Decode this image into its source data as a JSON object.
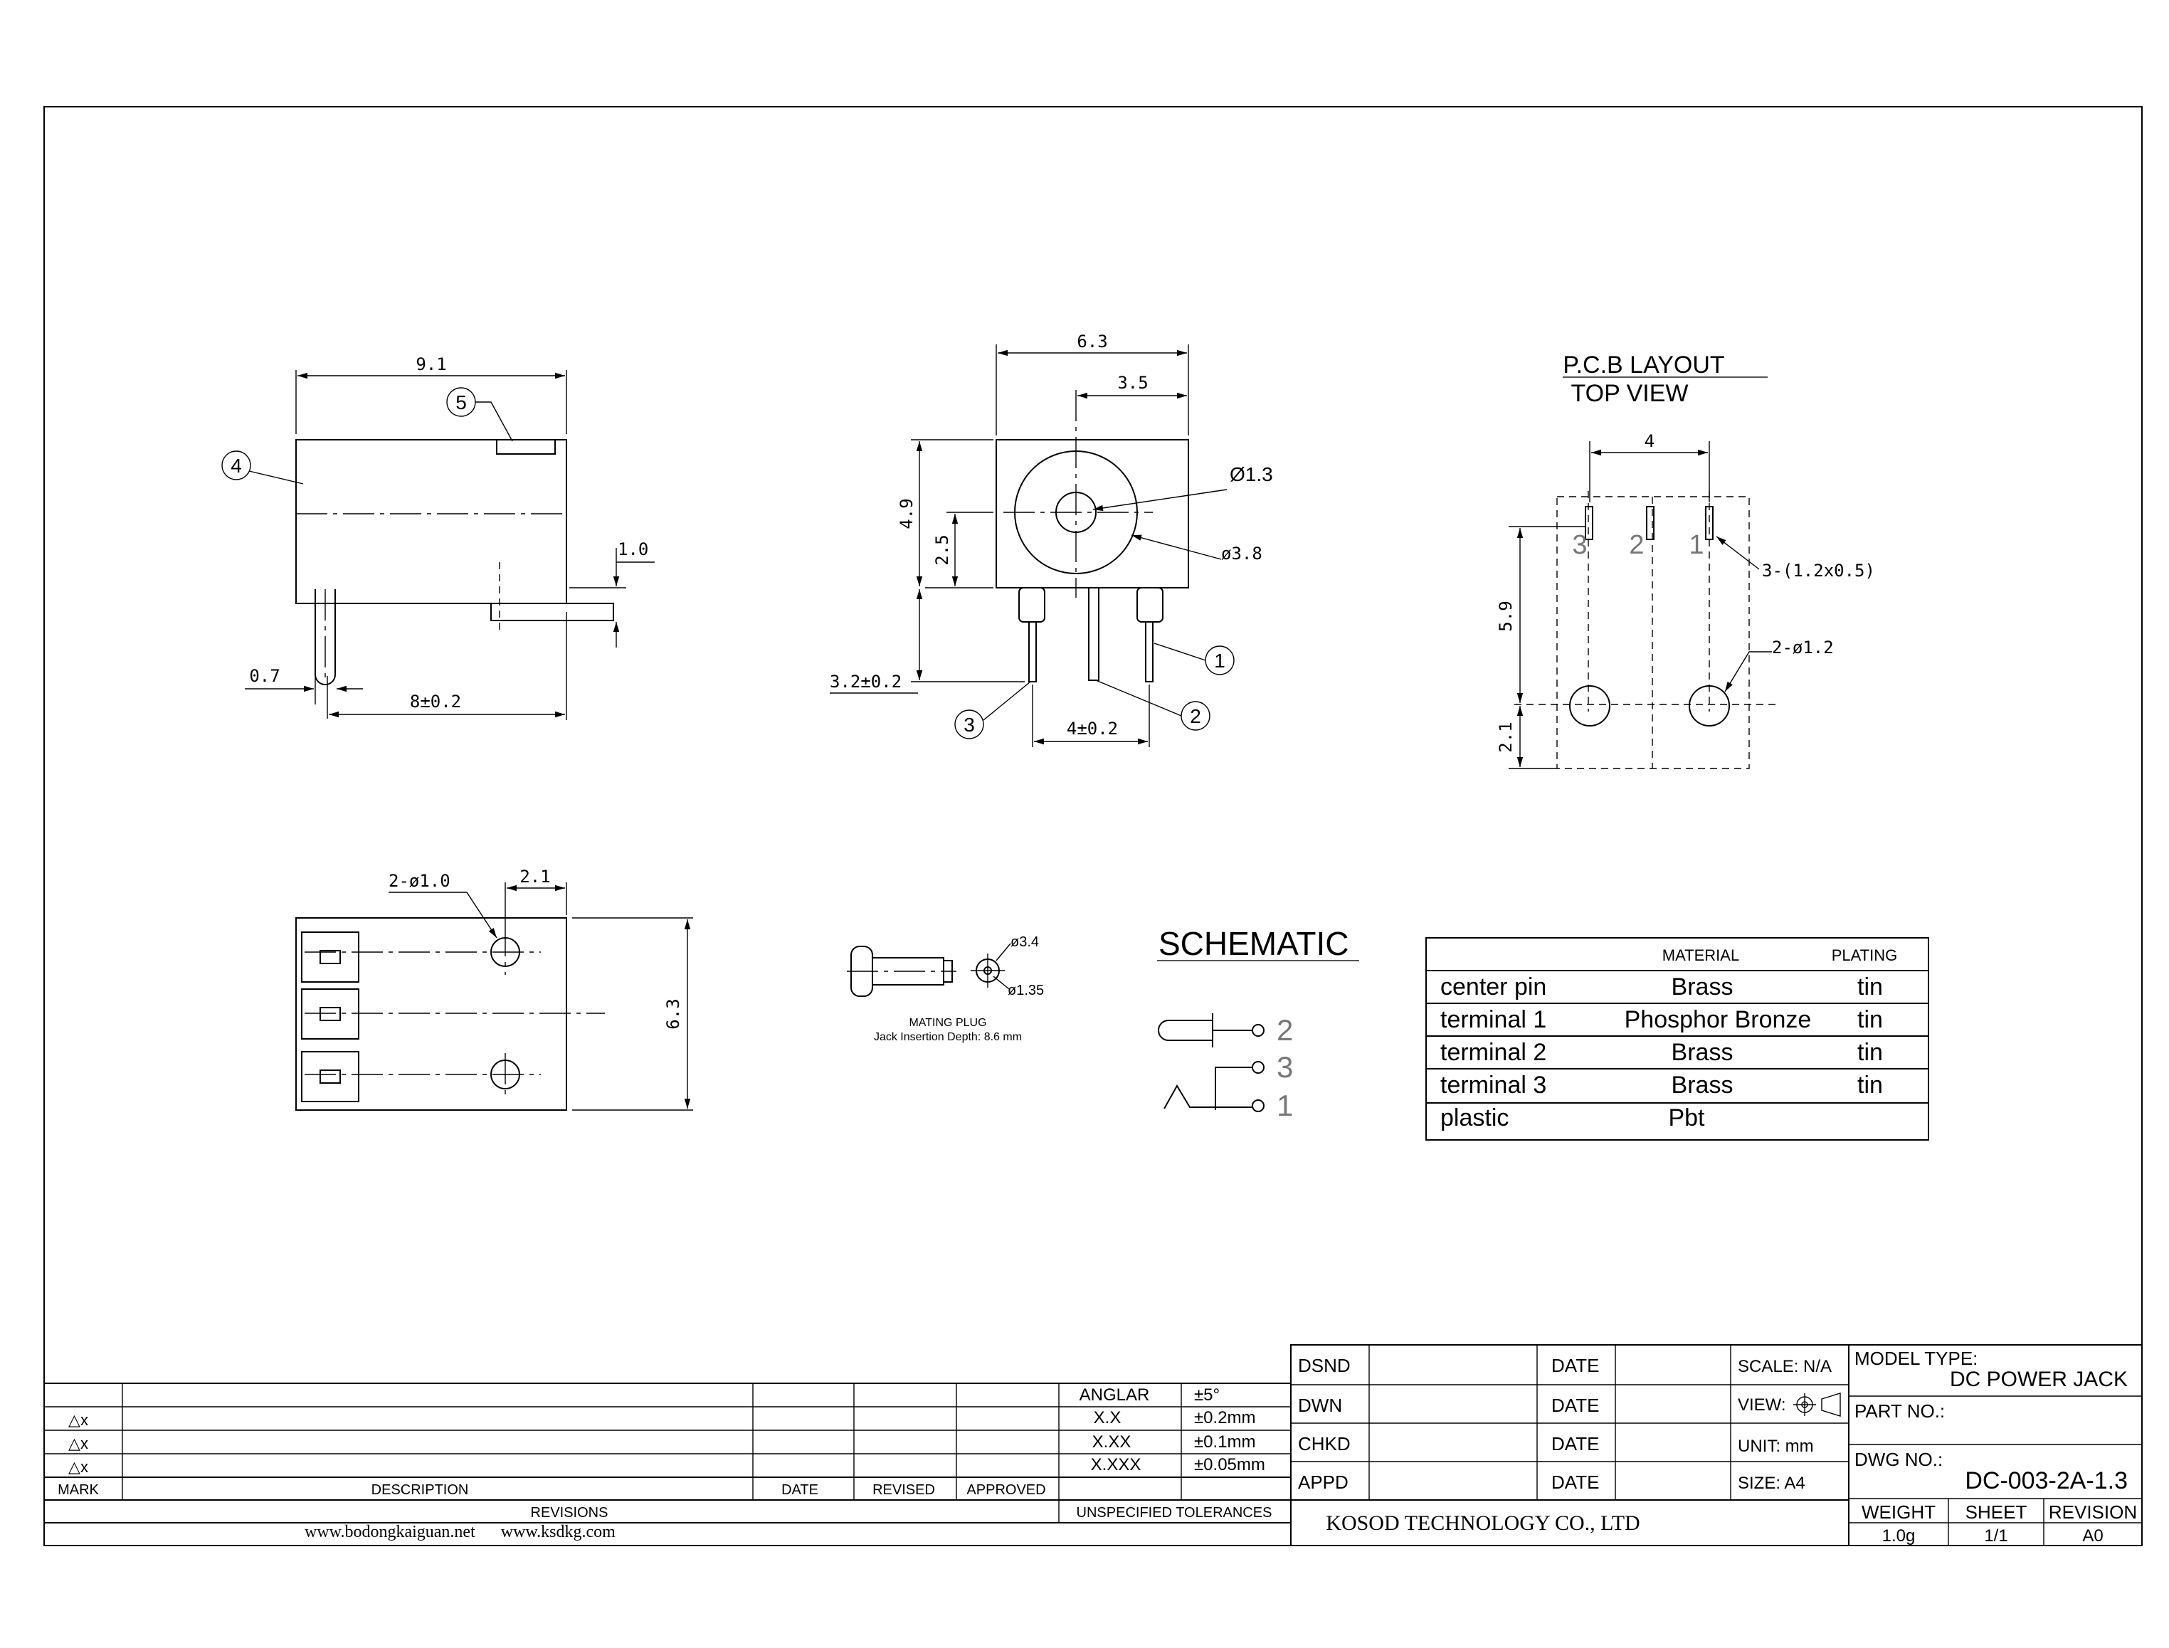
{
  "views": {
    "side": {
      "dim_width": "9.1",
      "dim_pin_offset": "1.0",
      "dim_pin_width": "0.7",
      "dim_pin_pitch": "8±0.2",
      "callout_4": "4",
      "callout_5": "5"
    },
    "front": {
      "dim_width": "6.3",
      "dim_half": "3.5",
      "dim_hole": "Ø1.3",
      "dim_outer": "ø3.8",
      "dim_height": "4.9",
      "dim_center": "2.5",
      "dim_pin_len": "3.2±0.2",
      "dim_pin_pitch": "4±0.2",
      "callout_1": "1",
      "callout_2": "2",
      "callout_3": "3"
    },
    "pcb": {
      "title": "P.C.B LAYOUT",
      "subtitle": "TOP VIEW",
      "dim_width": "4",
      "dim_height": "5.9",
      "dim_bottom": "2.1",
      "slot_note": "3-(1.2x0.5)",
      "hole_note": "2-ø1.2",
      "pin_3": "3",
      "pin_2": "2",
      "pin_1": "1"
    },
    "bottom": {
      "hole_note": "2-ø1.0",
      "dim_offset": "2.1",
      "dim_height": "6.3"
    },
    "plug": {
      "dim_outer": "ø3.4",
      "dim_inner": "ø1.35",
      "label": "MATING PLUG",
      "depth": "Jack Insertion Depth: 8.6 mm"
    },
    "schematic": {
      "title": "SCHEMATIC",
      "pin_2": "2",
      "pin_3": "3",
      "pin_1": "1"
    }
  },
  "materials": {
    "headers": [
      "MATERIAL",
      "PLATING"
    ],
    "rows": [
      {
        "part": "center pin",
        "material": "Brass",
        "plating": "tin"
      },
      {
        "part": "terminal 1",
        "material": "Phosphor Bronze",
        "plating": "tin"
      },
      {
        "part": "terminal 2",
        "material": "Brass",
        "plating": "tin"
      },
      {
        "part": "terminal 3",
        "material": "Brass",
        "plating": "tin"
      },
      {
        "part": "plastic",
        "material": "Pbt",
        "plating": ""
      }
    ]
  },
  "revisions": {
    "delta_label": "△x",
    "mark": "MARK",
    "description": "DESCRIPTION",
    "date": "DATE",
    "revised": "REVISED",
    "approved": "APPROVED",
    "title": "REVISIONS",
    "websites": "www.bodongkaiguan.net      www.ksdkg.com"
  },
  "tolerances": {
    "title": "UNSPECIFIED TOLERANCES",
    "rows": [
      [
        "ANGLAR",
        "±5°"
      ],
      [
        "X.X",
        "±0.2mm"
      ],
      [
        "X.XX",
        "±0.1mm"
      ],
      [
        "X.XXX",
        "±0.05mm"
      ]
    ]
  },
  "signoff": {
    "rows": [
      "DSND",
      "DWN",
      "CHKD",
      "APPD"
    ],
    "date": "DATE",
    "scale": "SCALE: N/A",
    "view": "VIEW:",
    "unit": "UNIT: mm",
    "size": "SIZE: A4",
    "company": "KOSOD TECHNOLOGY CO., LTD"
  },
  "title_block": {
    "model_type_label": "MODEL TYPE:",
    "model_type": "DC POWER JACK",
    "part_no_label": "PART NO.:",
    "dwg_no_label": "DWG NO.:",
    "dwg_no": "DC-003-2A-1.3",
    "weight_label": "WEIGHT",
    "weight": "1.0g",
    "sheet_label": "SHEET",
    "sheet": "1/1",
    "revision_label": "REVISION",
    "revision": "A0"
  }
}
